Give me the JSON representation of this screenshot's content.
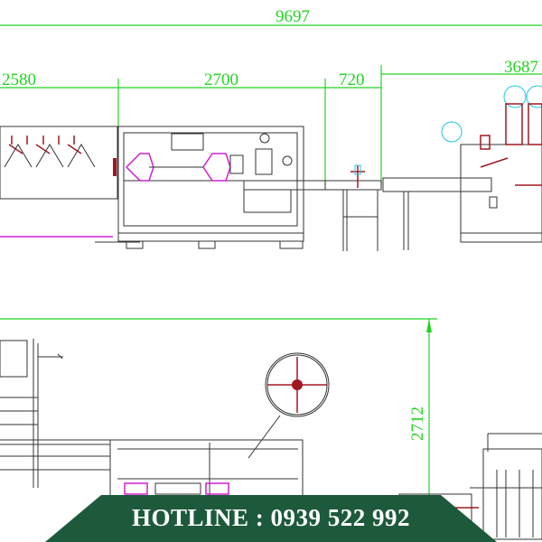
{
  "dimensions": {
    "total_length": "9697",
    "section_1": "2580",
    "section_2": "2700",
    "section_3": "720",
    "section_4": "3687",
    "height": "2712"
  },
  "banner": {
    "hotline": "HOTLINE : 0939 522 992",
    "color": "#1d5a3c"
  },
  "colors": {
    "dimension_lines": "#22d422",
    "outline": "#333333",
    "component_red": "#a01822",
    "component_magenta": "#d020d0",
    "component_cyan": "#20c8e0"
  }
}
